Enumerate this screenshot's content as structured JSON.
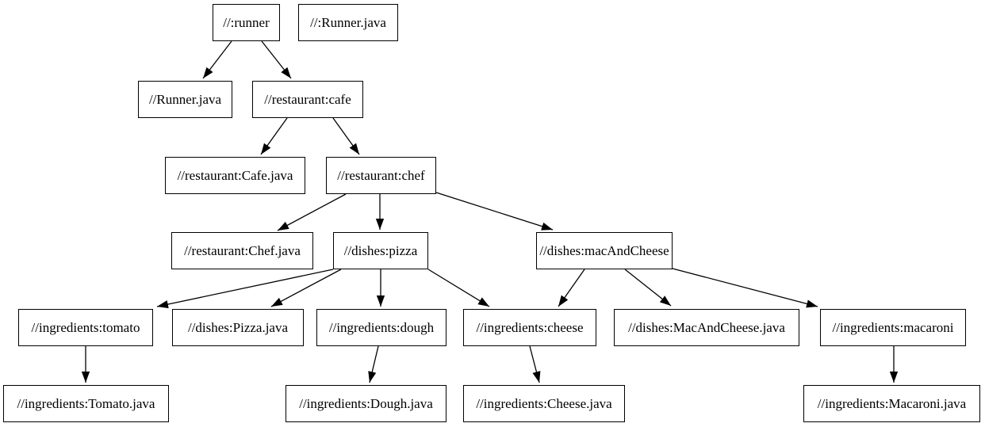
{
  "diagram": {
    "type": "dependency-graph",
    "description": "Bazel build target dependency graph (Graphviz-style digraph)",
    "background_color": "#ffffff",
    "node_fill_color": "#ffffff",
    "node_border_color": "#000000",
    "edge_color": "#000000",
    "text_color": "#000000"
  },
  "nodes": [
    {
      "id": "runner",
      "label": "//:runner"
    },
    {
      "id": "runner-java-src",
      "label": "//:Runner.java"
    },
    {
      "id": "runner-java",
      "label": "//Runner.java"
    },
    {
      "id": "cafe",
      "label": "//restaurant:cafe"
    },
    {
      "id": "cafe-java",
      "label": "//restaurant:Cafe.java"
    },
    {
      "id": "chef",
      "label": "//restaurant:chef"
    },
    {
      "id": "chef-java",
      "label": "//restaurant:Chef.java"
    },
    {
      "id": "pizza",
      "label": "//dishes:pizza"
    },
    {
      "id": "mac-and-cheese",
      "label": "//dishes:macAndCheese"
    },
    {
      "id": "tomato",
      "label": "//ingredients:tomato"
    },
    {
      "id": "pizza-java",
      "label": "//dishes:Pizza.java"
    },
    {
      "id": "dough",
      "label": "//ingredients:dough"
    },
    {
      "id": "cheese",
      "label": "//ingredients:cheese"
    },
    {
      "id": "mac-and-cheese-java",
      "label": "//dishes:MacAndCheese.java"
    },
    {
      "id": "macaroni",
      "label": "//ingredients:macaroni"
    },
    {
      "id": "tomato-java",
      "label": "//ingredients:Tomato.java"
    },
    {
      "id": "dough-java",
      "label": "//ingredients:Dough.java"
    },
    {
      "id": "cheese-java",
      "label": "//ingredients:Cheese.java"
    },
    {
      "id": "macaroni-java",
      "label": "//ingredients:Macaroni.java"
    }
  ],
  "edges": [
    {
      "from": "runner",
      "to": "runner-java"
    },
    {
      "from": "runner",
      "to": "cafe"
    },
    {
      "from": "cafe",
      "to": "cafe-java"
    },
    {
      "from": "cafe",
      "to": "chef"
    },
    {
      "from": "chef",
      "to": "chef-java"
    },
    {
      "from": "chef",
      "to": "pizza"
    },
    {
      "from": "chef",
      "to": "mac-and-cheese"
    },
    {
      "from": "pizza",
      "to": "tomato"
    },
    {
      "from": "pizza",
      "to": "pizza-java"
    },
    {
      "from": "pizza",
      "to": "dough"
    },
    {
      "from": "pizza",
      "to": "cheese"
    },
    {
      "from": "mac-and-cheese",
      "to": "cheese"
    },
    {
      "from": "mac-and-cheese",
      "to": "mac-and-cheese-java"
    },
    {
      "from": "mac-and-cheese",
      "to": "macaroni"
    },
    {
      "from": "tomato",
      "to": "tomato-java"
    },
    {
      "from": "dough",
      "to": "dough-java"
    },
    {
      "from": "cheese",
      "to": "cheese-java"
    },
    {
      "from": "macaroni",
      "to": "macaroni-java"
    }
  ]
}
